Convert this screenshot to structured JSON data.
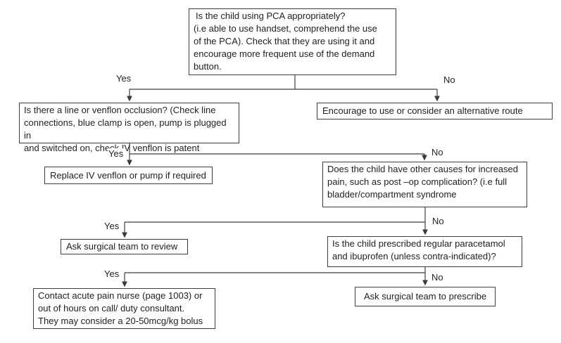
{
  "diagram": {
    "type": "flowchart",
    "topic": "Child PCA (patient controlled analgesia) troubleshooting pathway",
    "colors": {
      "background": "#ffffff",
      "box_fill": "#ffffff",
      "box_border": "#3f3f3f",
      "text": "#1f1f1f",
      "connector": "#3f3f3f"
    },
    "nodes": {
      "q_pca_appropriate": {
        "kind": "question",
        "text": "Is the child using PCA appropriately?\n(i.e able to use handset, comprehend the use\nof the PCA). Check that they are using it and\nencourage more frequent use of the demand\nbutton."
      },
      "q_line_occlusion": {
        "kind": "question",
        "text": "Is there a line or venflon occlusion? (Check line\nconnections, blue clamp is open, pump is plugged in\nand switched on, check IV venflon is patent"
      },
      "encourage_alternative": {
        "kind": "action",
        "text": "Encourage to use or consider an alternative route"
      },
      "replace_venflon": {
        "kind": "action",
        "text": "Replace IV venflon or pump if required"
      },
      "q_other_causes": {
        "kind": "question",
        "text": "Does the child have other causes for increased\npain, such as post –op complication? (i.e full\nbladder/compartment syndrome"
      },
      "surgical_review": {
        "kind": "action",
        "text": "Ask surgical team to review"
      },
      "q_regular_analgesia": {
        "kind": "question",
        "text": "Is the child prescribed regular paracetamol\nand ibuprofen (unless contra-indicated)?"
      },
      "contact_pain_nurse": {
        "kind": "action",
        "text": "Contact acute pain nurse (page 1003) or\nout of hours on call/ duty consultant.\nThey may consider a 20-50mcg/kg bolus"
      },
      "surgical_prescribe": {
        "kind": "action",
        "text": "Ask surgical team to prescribe"
      }
    },
    "edges": [
      {
        "from": "q_pca_appropriate",
        "to": "q_line_occlusion",
        "label": "Yes"
      },
      {
        "from": "q_pca_appropriate",
        "to": "encourage_alternative",
        "label": "No"
      },
      {
        "from": "q_line_occlusion",
        "to": "replace_venflon",
        "label": "Yes"
      },
      {
        "from": "q_line_occlusion",
        "to": "q_other_causes",
        "label": "No"
      },
      {
        "from": "q_other_causes",
        "to": "surgical_review",
        "label": "Yes"
      },
      {
        "from": "q_other_causes",
        "to": "q_regular_analgesia",
        "label": "No"
      },
      {
        "from": "q_regular_analgesia",
        "to": "contact_pain_nurse",
        "label": "Yes"
      },
      {
        "from": "q_regular_analgesia",
        "to": "surgical_prescribe",
        "label": "No"
      }
    ]
  }
}
